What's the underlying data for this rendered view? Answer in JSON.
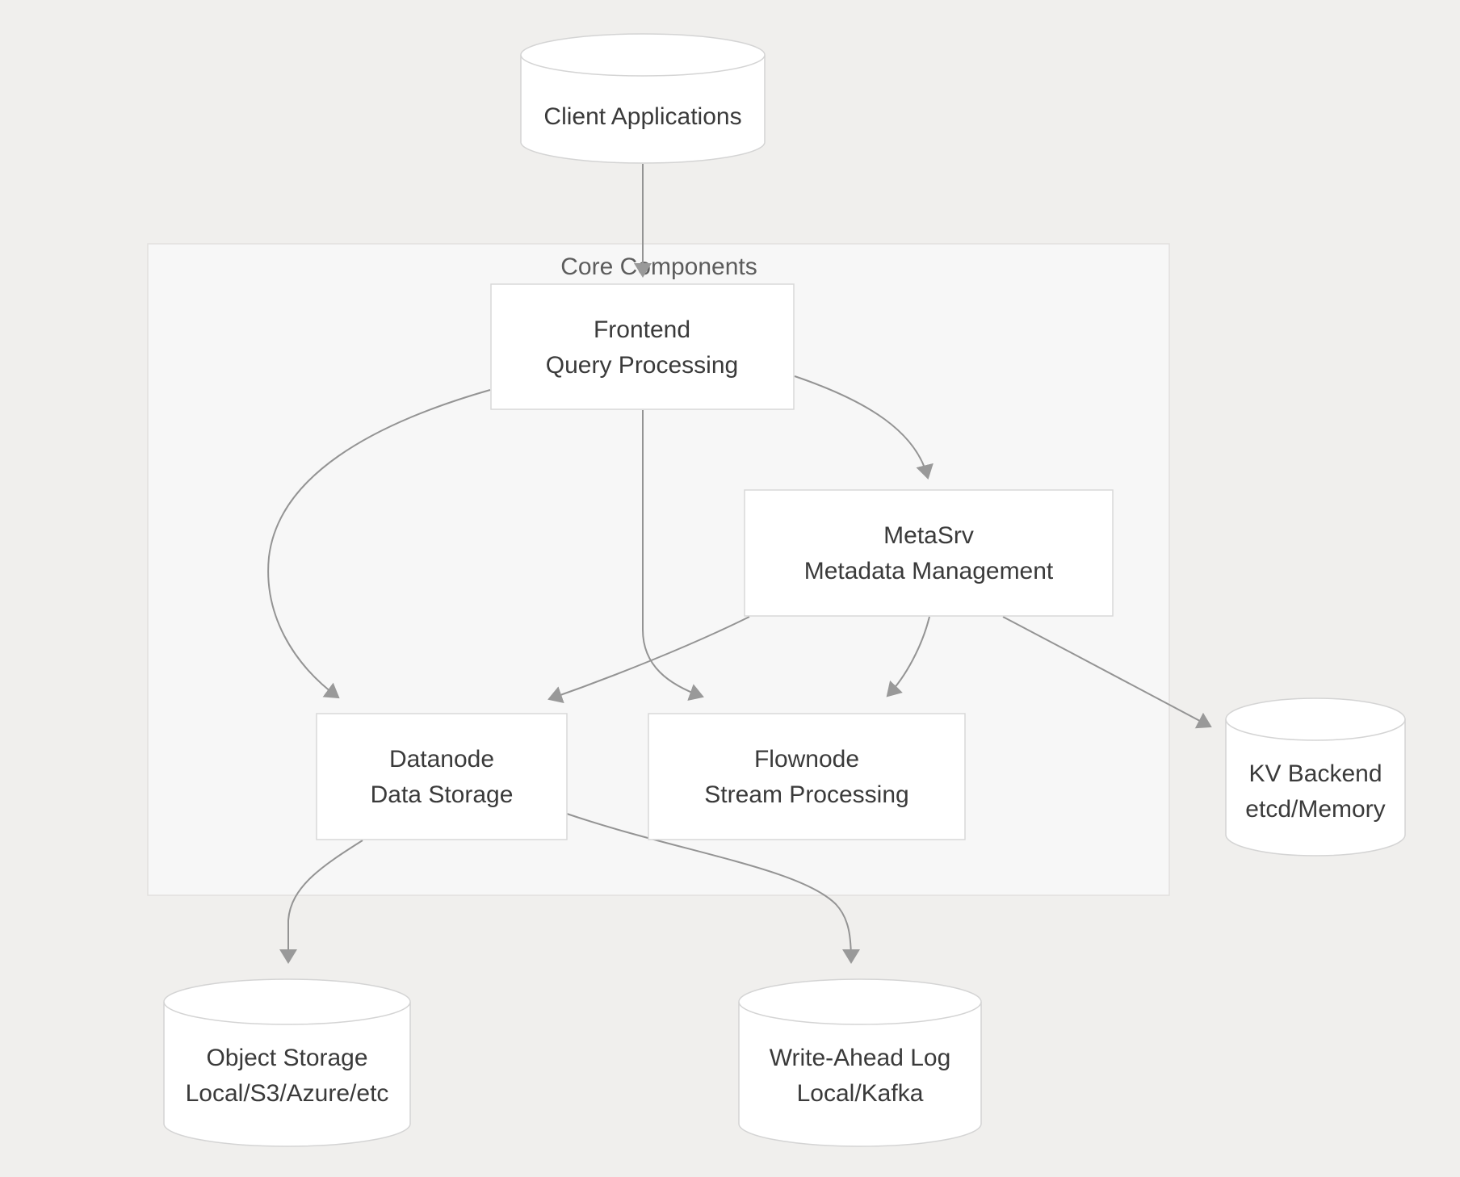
{
  "diagram": {
    "subgraph": {
      "label": "Core Components"
    },
    "nodes": {
      "client": {
        "label": "Client Applications",
        "shape": "cylinder"
      },
      "frontend": {
        "title": "Frontend",
        "subtitle": "Query Processing",
        "shape": "rect"
      },
      "metasrv": {
        "title": "MetaSrv",
        "subtitle": "Metadata Management",
        "shape": "rect"
      },
      "datanode": {
        "title": "Datanode",
        "subtitle": "Data Storage",
        "shape": "rect"
      },
      "flownode": {
        "title": "Flownode",
        "subtitle": "Stream Processing",
        "shape": "rect"
      },
      "kv_backend": {
        "title": "KV Backend",
        "subtitle": "etcd/Memory",
        "shape": "cylinder"
      },
      "object_storage": {
        "title": "Object Storage",
        "subtitle": "Local/S3/Azure/etc",
        "shape": "cylinder"
      },
      "write_ahead_log": {
        "title": "Write-Ahead Log",
        "subtitle": "Local/Kafka",
        "shape": "cylinder"
      }
    },
    "edges": [
      {
        "from": "Client Applications",
        "to": "Frontend"
      },
      {
        "from": "Frontend",
        "to": "MetaSrv"
      },
      {
        "from": "Frontend",
        "to": "Datanode"
      },
      {
        "from": "Frontend",
        "to": "Flownode"
      },
      {
        "from": "MetaSrv",
        "to": "Datanode"
      },
      {
        "from": "MetaSrv",
        "to": "Flownode"
      },
      {
        "from": "MetaSrv",
        "to": "KV Backend"
      },
      {
        "from": "Datanode",
        "to": "Object Storage"
      },
      {
        "from": "Datanode",
        "to": "Write-Ahead Log"
      }
    ],
    "colors": {
      "page_bg": "#f0efed",
      "subgraph_bg": "#f7f7f7",
      "subgraph_border": "#e2e0df",
      "node_bg": "#ffffff",
      "node_border": "#d9d9d9",
      "edge": "#949494",
      "text": "#3a3a3a",
      "subgraph_label_color": "#5c5c5c"
    }
  }
}
